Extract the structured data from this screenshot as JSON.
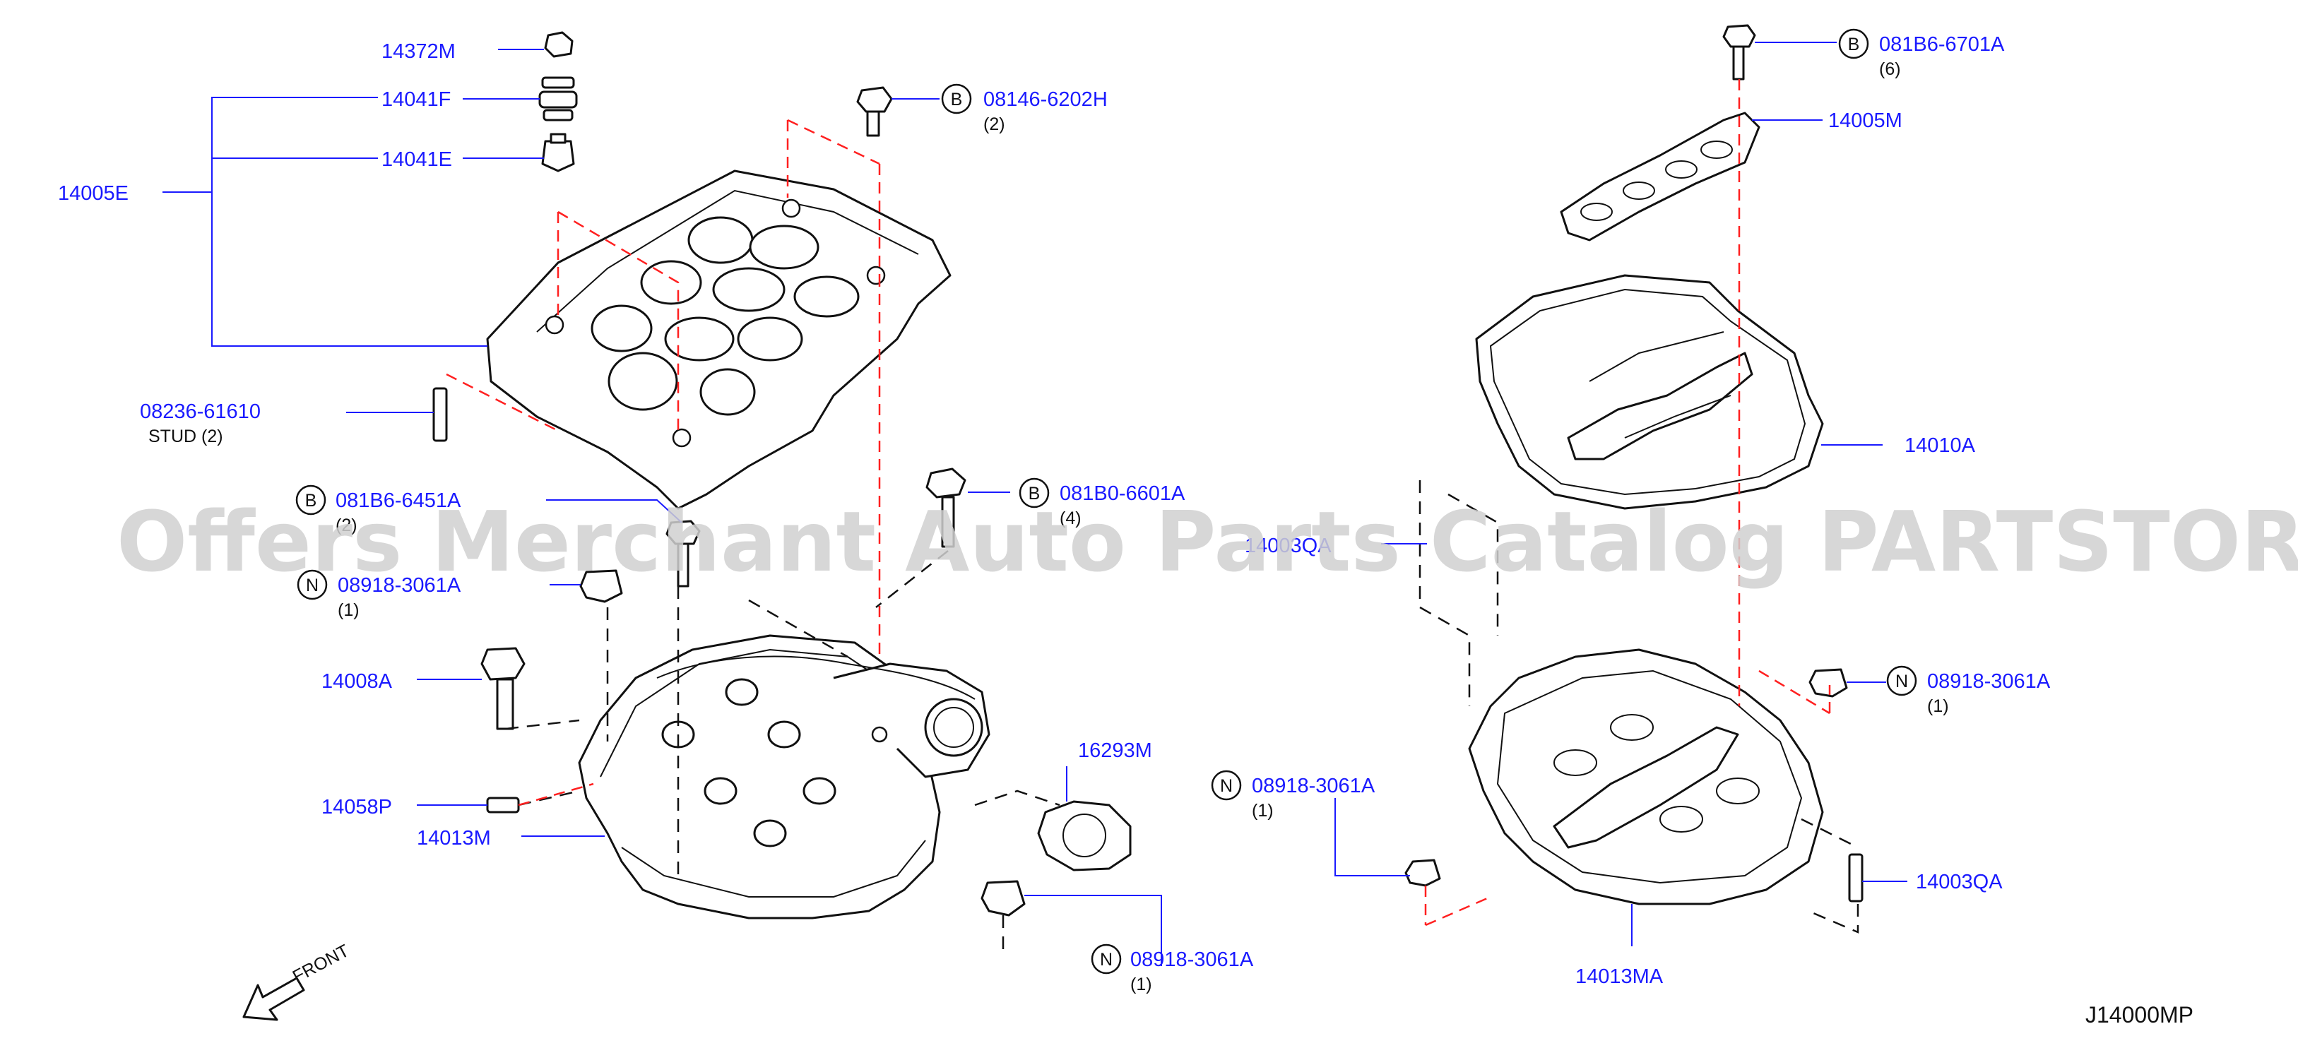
{
  "diagram_code": "J14000MP",
  "watermark": "Offers Merchant Auto Parts Catalog PARTSTORE.SA",
  "front_label": "FRONT",
  "labels": [
    {
      "id": "14372M",
      "text": "14372M"
    },
    {
      "id": "14041F",
      "text": "14041F"
    },
    {
      "id": "14041E",
      "text": "14041E"
    },
    {
      "id": "14005E",
      "text": "14005E"
    },
    {
      "id": "08146-6202H",
      "text": "08146-6202H",
      "prefix": "B",
      "qty": "(2)"
    },
    {
      "id": "08236-61610",
      "text": "08236-61610",
      "note": "STUD (2)"
    },
    {
      "id": "081B6-6451A",
      "text": "081B6-6451A",
      "prefix": "B",
      "qty": "(2)"
    },
    {
      "id": "081B0-6601A",
      "text": "081B0-6601A",
      "prefix": "B",
      "qty": "(4)"
    },
    {
      "id": "08918-3061A-1",
      "text": "08918-3061A",
      "prefix": "N",
      "qty": "(1)"
    },
    {
      "id": "14008A",
      "text": "14008A"
    },
    {
      "id": "14058P",
      "text": "14058P"
    },
    {
      "id": "14013M",
      "text": "14013M"
    },
    {
      "id": "16293M",
      "text": "16293M"
    },
    {
      "id": "08918-3061A-2",
      "text": "08918-3061A",
      "prefix": "N",
      "qty": "(1)"
    },
    {
      "id": "08918-3061A-3",
      "text": "08918-3061A",
      "prefix": "N",
      "qty": "(1)"
    },
    {
      "id": "081B6-6701A",
      "text": "081B6-6701A",
      "prefix": "B",
      "qty": "(6)"
    },
    {
      "id": "14005M",
      "text": "14005M"
    },
    {
      "id": "14010A",
      "text": "14010A"
    },
    {
      "id": "14003QA-1",
      "text": "14003QA"
    },
    {
      "id": "08918-3061A-4",
      "text": "08918-3061A",
      "prefix": "N",
      "qty": "(1)"
    },
    {
      "id": "14003QA-2",
      "text": "14003QA"
    },
    {
      "id": "14013MA",
      "text": "14013MA"
    }
  ]
}
